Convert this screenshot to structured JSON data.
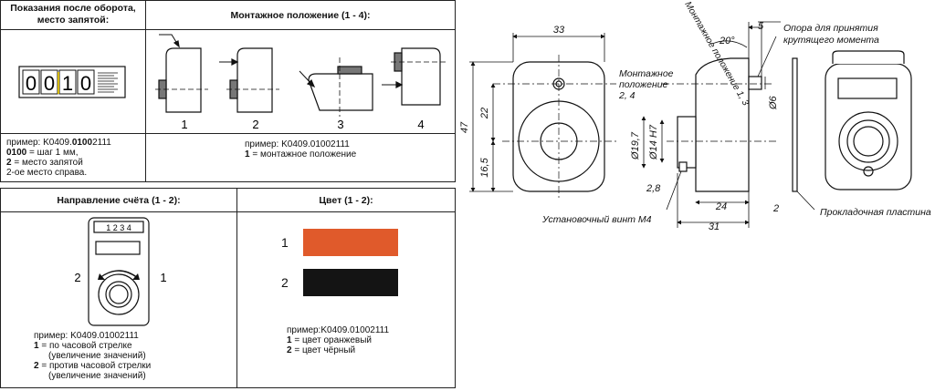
{
  "reading_panel": {
    "header": "Показания после оборота, место запятой:",
    "digits": [
      "0",
      "0",
      "1",
      "0"
    ],
    "example_line1": "пример:  K0409.",
    "example_code_bold": "0100",
    "example_code_rest": "2111",
    "line2_bold": "0100",
    "line2_rest": " = шаг 1 мм,",
    "line3_bold": "2",
    "line3_rest": " = место запятой",
    "line4": "2-ое место справа."
  },
  "mounting_panel": {
    "header": "Монтажное положение (1 - 4):",
    "labels": [
      "1",
      "2",
      "3",
      "4"
    ],
    "example_line1": "пример:  K0409.01002111",
    "line2_bold": "1",
    "line2_rest": " = монтажное положение"
  },
  "direction_panel": {
    "header": "Направление счёта (1 - 2):",
    "counter_digits": "1 2 3 4",
    "left_label": "2",
    "right_label": "1",
    "example_line1": "пример:  K0409.01002111",
    "line2_bold": "1",
    "line2_rest": " = по часовой стрелке",
    "line3": "(увеличение значений)",
    "line4_bold": "2",
    "line4_rest": " = против часовой стрелки",
    "line5": "(увеличение значений)"
  },
  "color_panel": {
    "header": "Цвет (1 - 2):",
    "swatches": [
      {
        "label": "1",
        "color": "#e05a2b"
      },
      {
        "label": "2",
        "color": "#141414"
      }
    ],
    "example_line1": "пример:K0409.01002111",
    "line2_bold": "1",
    "line2_rest": " = цвет оранжевый",
    "line3_bold": "2",
    "line3_rest": " = цвет чёрный"
  },
  "technical_drawing": {
    "dim_width": "33",
    "dim_height": "47",
    "dim_upper": "22",
    "dim_lower": "16,5",
    "dim_angle": "20°",
    "dim_top": "5",
    "dim_d6": "Ø6",
    "dim_d197": "Ø19,7",
    "dim_d14": "Ø14 H7",
    "dim_28": "2,8",
    "dim_24": "24",
    "dim_31": "31",
    "dim_2": "2",
    "label_mount13": "Монтажное положение 1, 3",
    "label_mount24_a": "Монтажное",
    "label_mount24_b": "положение",
    "label_mount24_c": "2, 4",
    "label_support_a": "Опора для принятия",
    "label_support_b": "крутящего момента",
    "label_screw": "Установочный винт M4",
    "label_plate": "Прокладочная пластина"
  }
}
